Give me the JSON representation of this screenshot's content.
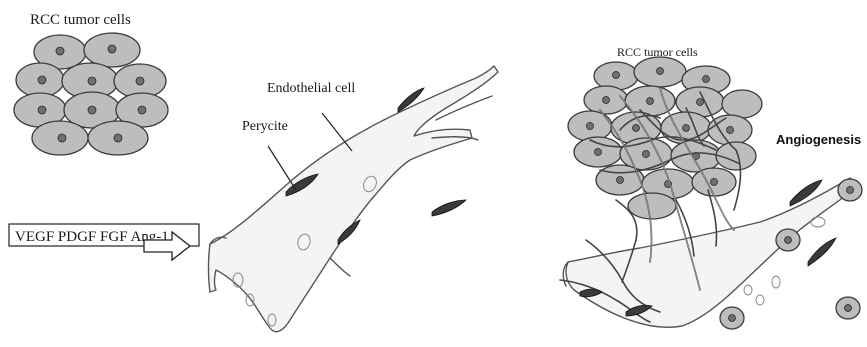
{
  "labels": {
    "rcc_left": "RCC tumor cells",
    "factors": "VEGF PDGF FGF Ang-1",
    "endothelial": "Endothelial cell",
    "pericyte": "Perycite",
    "rcc_right": "RCC tumor cells",
    "angiogenesis": "Angiogenesis"
  },
  "colors": {
    "cell_fill": "#bdbdbd",
    "nucleus": "#6f6f6f",
    "pericyte": "#3a3a3a",
    "vessel_fill": "#f4f4f4"
  }
}
